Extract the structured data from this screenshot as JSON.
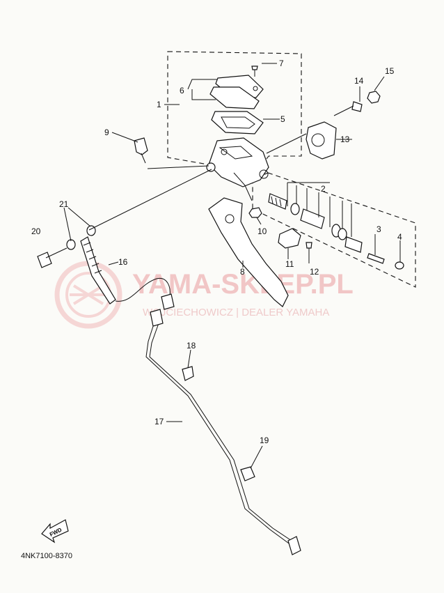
{
  "diagram": {
    "part_code": "4NK7100-8370",
    "fwd_label": "FWD"
  },
  "watermark": {
    "title": "YAMA-SKLEP.PL",
    "subtitle": "WOJCIECHOWICZ | DEALER YAMAHA"
  },
  "callouts": {
    "c1": "1",
    "c2": "2",
    "c3": "3",
    "c4": "4",
    "c5": "5",
    "c6": "6",
    "c7": "7",
    "c8": "8",
    "c9": "9",
    "c10": "10",
    "c11": "11",
    "c12": "12",
    "c13": "13",
    "c14": "14",
    "c15": "15",
    "c16": "16",
    "c17": "17",
    "c18": "18",
    "c19": "19",
    "c20": "20",
    "c21": "21"
  },
  "colors": {
    "line": "#111111",
    "watermark": "#f1c6c6",
    "background": "#fbfbf8"
  }
}
